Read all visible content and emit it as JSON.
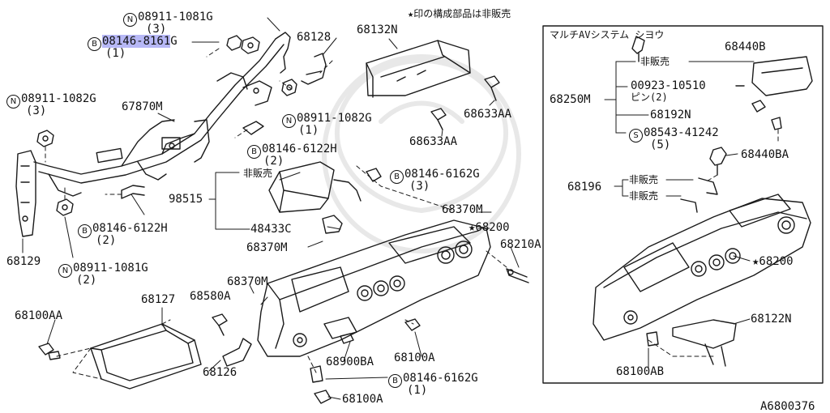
{
  "header_note": "★印の構成部品は非販売",
  "inset_title": "マルチAVシステム シヨウ",
  "figure_code": "A6800376",
  "prefix": {
    "N": "N",
    "B": "B",
    "S": "S"
  },
  "labels": {
    "n_08911_1081G_top": "08911-1081G",
    "q3_top": "(3)",
    "b_08146_8161G": "08146-8161",
    "g_suffix": "G",
    "q1_top": "(1)",
    "n_08911_1082G_left": "08911-1082G",
    "q3_left": "(3)",
    "p67870M": "67870M",
    "p68128": "68128",
    "p68132N": "68132N",
    "n_08911_1082G_mid": "08911-1082G",
    "q1_mid": "(1)",
    "b_08146_6122H_top": "08146-6122H",
    "q2_top": "(2)",
    "p68633AA_a": "68633AA",
    "p68633AA_b": "68633AA",
    "hihanbai_airbag": "非販売",
    "b_08146_6162G_top": "08146-6162G",
    "q3_mid": "(3)",
    "p98515": "98515",
    "p68370M_a": "68370M",
    "p48433C": "48433C",
    "star_68200_main": "★68200",
    "b_08146_6122H_bot": "08146-6122H",
    "q2_bot": "(2)",
    "p68370M_b": "68370M",
    "p68210A": "68210A",
    "p68129": "68129",
    "n_08911_1081G_bot": "08911-1081G",
    "q2_left": "(2)",
    "p68370M_c": "68370M",
    "p68127": "68127",
    "p68580A": "68580A",
    "p68100AA": "68100AA",
    "p68126": "68126",
    "p68900BA": "68900BA",
    "p68100A_a": "68100A",
    "b_08146_6162G_bot": "08146-6162G",
    "q1_bot": "(1)",
    "p68100A_b": "68100A",
    "p68440B": "68440B",
    "hihanbai_inset": "非販売",
    "p68250M": "68250M",
    "p00923_10510": "00923-10510",
    "pin2": "ピン(2)",
    "p68192N": "68192N",
    "s_08543_41242": "08543-41242",
    "q5": "(5)",
    "p68440BA": "68440BA",
    "p68196": "68196",
    "hihanbai_a": "非販売",
    "hihanbai_b": "非販売",
    "star_68200_inset": "★68200",
    "p68122N": "68122N",
    "p68100AB": "68100AB"
  }
}
